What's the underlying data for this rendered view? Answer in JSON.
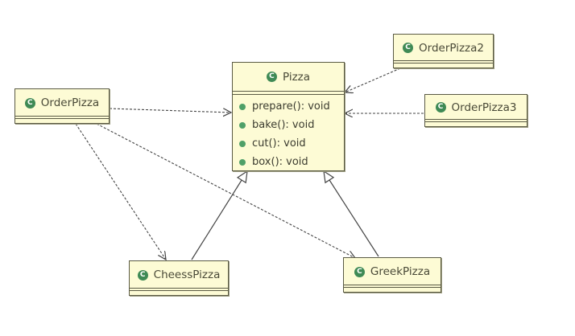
{
  "diagram": {
    "type": "UML class diagram",
    "colors": {
      "class_fill": "#fdfbd5",
      "class_border": "#5a5a44",
      "class_icon": "#3f8a55",
      "method_dot": "#4fa068",
      "edge": "#444444"
    },
    "icon_glyph": "C",
    "classes": {
      "pizza": {
        "name": "Pizza",
        "icon": "class-icon",
        "methods": [
          "prepare(): void",
          "bake(): void",
          "cut(): void",
          "box(): void"
        ]
      },
      "order_pizza": {
        "name": "OrderPizza",
        "icon": "class-icon"
      },
      "order_pizza2": {
        "name": "OrderPizza2",
        "icon": "class-icon"
      },
      "order_pizza3": {
        "name": "OrderPizza3",
        "icon": "class-icon"
      },
      "cheess_pizza": {
        "name": "CheessPizza",
        "icon": "class-icon"
      },
      "greek_pizza": {
        "name": "GreekPizza",
        "icon": "class-icon"
      }
    },
    "relationships": [
      {
        "type": "dependency",
        "from": "OrderPizza",
        "to": "Pizza"
      },
      {
        "type": "dependency",
        "from": "OrderPizza",
        "to": "CheessPizza"
      },
      {
        "type": "dependency",
        "from": "OrderPizza",
        "to": "GreekPizza"
      },
      {
        "type": "dependency",
        "from": "OrderPizza2",
        "to": "Pizza"
      },
      {
        "type": "dependency",
        "from": "OrderPizza3",
        "to": "Pizza"
      },
      {
        "type": "generalization",
        "from": "CheessPizza",
        "to": "Pizza"
      },
      {
        "type": "generalization",
        "from": "GreekPizza",
        "to": "Pizza"
      }
    ]
  }
}
